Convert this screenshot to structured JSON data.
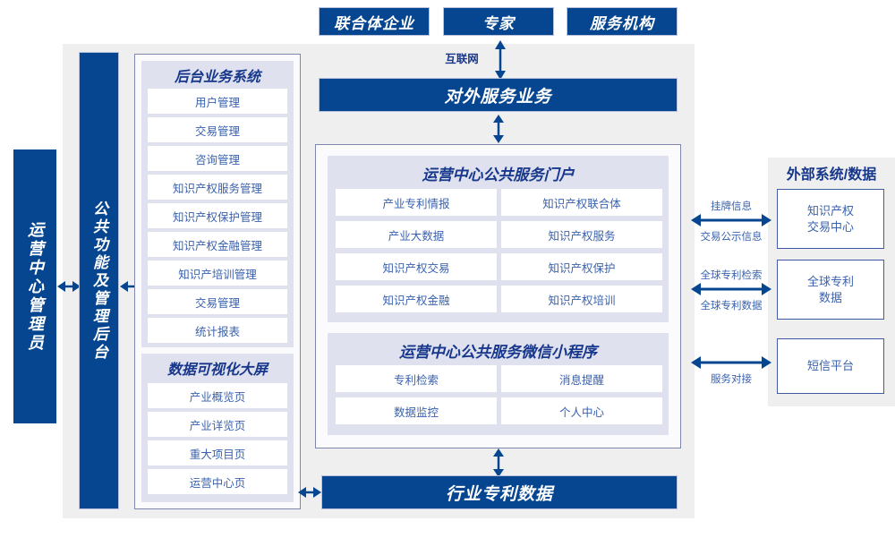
{
  "diagram": {
    "title_top_actors": [
      {
        "label": "联合体企业"
      },
      {
        "label": "专家"
      },
      {
        "label": "服务机构"
      }
    ],
    "internet_label": "互联网",
    "external_service_bar": "对外服务业务",
    "industry_patent_data_bar": "行业专利数据",
    "left_actor": "运营中心管理员",
    "admin_backend": "公共功能及管理后台",
    "backend_system": {
      "title": "后台业务系统",
      "items": [
        "用户管理",
        "交易管理",
        "咨询管理",
        "知识产权服务管理",
        "知识产权保护管理",
        "知识产权金融管理",
        "知识产培训管理",
        "交易管理",
        "统计报表"
      ]
    },
    "data_visual_screen": {
      "title": "数据可视化大屏",
      "items": [
        "产业概览页",
        "产业详览页",
        "重大项目页",
        "运营中心页"
      ]
    },
    "public_service_portal": {
      "title": "运营中心公共服务门户",
      "items": [
        "产业专利情报",
        "知识产权联合体",
        "产业大数据",
        "知识产权服务",
        "知识产权交易",
        "知识产权保护",
        "知识产权金融",
        "知识产权培训"
      ]
    },
    "wechat_miniprogram": {
      "title": "运营中心公共服务微信小程序",
      "items": [
        "专利检索",
        "消息提醒",
        "数据监控",
        "个人中心"
      ]
    },
    "external": {
      "title": "外部系统/数据",
      "systems": [
        {
          "line1": "知识产权",
          "line2": "交易中心"
        },
        {
          "line1": "全球专利",
          "line2": "数据"
        },
        {
          "line1": "短信平台",
          "line2": ""
        }
      ],
      "connection_labels": [
        {
          "above": "挂牌信息",
          "below": "交易公示信息"
        },
        {
          "above": "全球专利检索",
          "below": "全球专利数据"
        },
        {
          "above": "",
          "below": "服务对接"
        }
      ]
    },
    "colors": {
      "navy": "#06458f",
      "panel_gray": "#efefef",
      "lavender": "#dfe2ee",
      "cell_text": "#3a62ae",
      "heading": "#17378c",
      "border": "#7f87ae"
    }
  }
}
